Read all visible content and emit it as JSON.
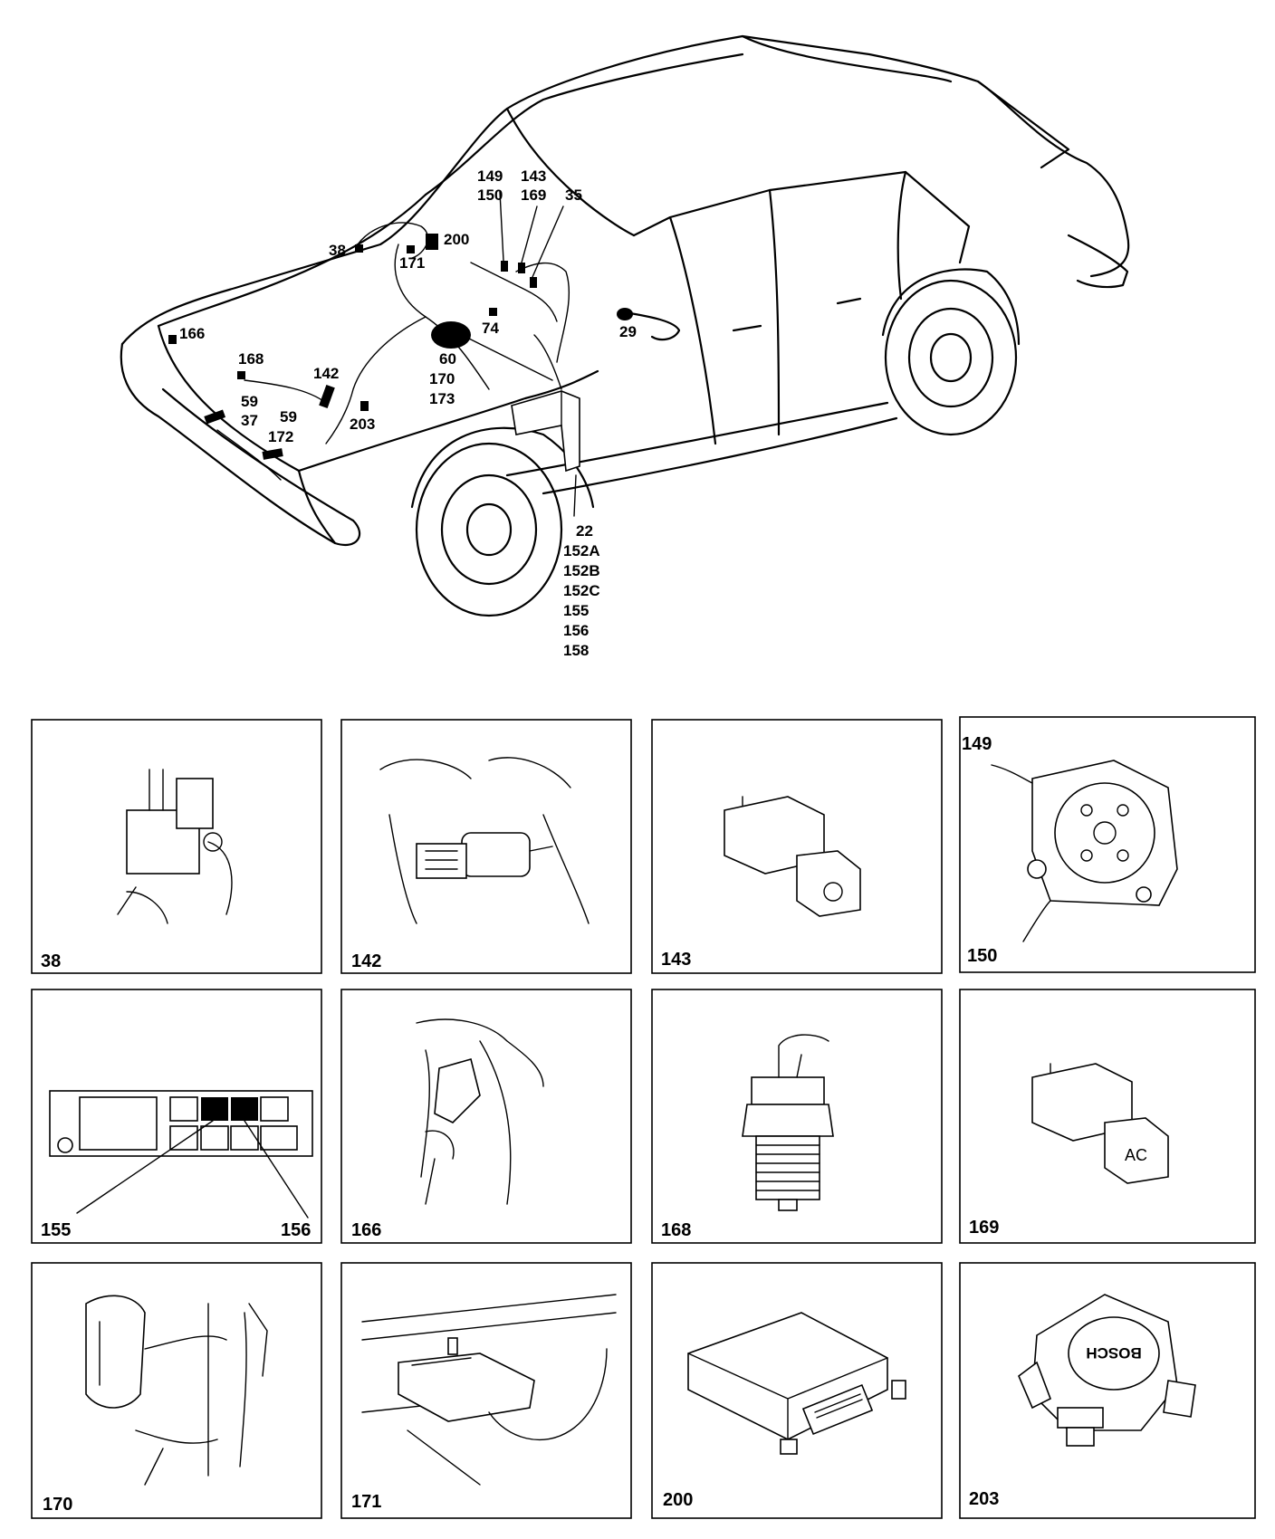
{
  "car_labels": {
    "l149": "149",
    "l143": "143",
    "l150": "150",
    "l169": "169",
    "l35": "35",
    "l38": "38",
    "l200": "200",
    "l171": "171",
    "l74": "74",
    "l29": "29",
    "l166": "166",
    "l168": "168",
    "l142": "142",
    "l60": "60",
    "l170": "170",
    "l173": "173",
    "l59a": "59",
    "l37": "37",
    "l59b": "59",
    "l172": "172",
    "l203": "203",
    "l22": "22",
    "l152A": "152A",
    "l152B": "152B",
    "l152C": "152C",
    "l155": "155",
    "l156": "156",
    "l158": "158"
  },
  "panels": {
    "p38": {
      "label": "38"
    },
    "p142": {
      "label": "142"
    },
    "p143": {
      "label": "143"
    },
    "p149_150": {
      "label_top": "149",
      "label_bottom": "150"
    },
    "p155_156": {
      "label_left": "155",
      "label_right": "156"
    },
    "p166": {
      "label": "166"
    },
    "p168": {
      "label": "168"
    },
    "p169": {
      "label": "169",
      "button_text": "AC"
    },
    "p170": {
      "label": "170"
    },
    "p171": {
      "label": "171"
    },
    "p200": {
      "label": "200"
    },
    "p203": {
      "label": "203",
      "brand_text": "BOSCH"
    }
  }
}
